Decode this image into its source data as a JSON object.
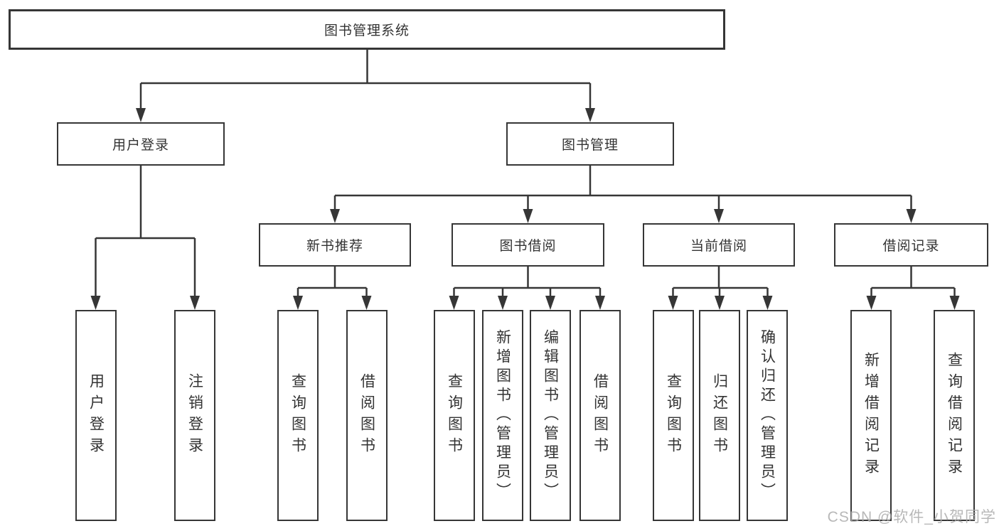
{
  "tree": {
    "root": {
      "label": "图书管理系统",
      "children": [
        {
          "label": "用户登录",
          "children": [
            {
              "label": "用户登录"
            },
            {
              "label": "注销登录"
            }
          ]
        },
        {
          "label": "图书管理",
          "children": [
            {
              "label": "新书推荐",
              "children": [
                {
                  "label": "查询图书"
                },
                {
                  "label": "借阅图书"
                }
              ]
            },
            {
              "label": "图书借阅",
              "children": [
                {
                  "label": "查询图书"
                },
                {
                  "label": "新增图书（管理员）"
                },
                {
                  "label": "编辑图书（管理员）"
                },
                {
                  "label": "借阅图书"
                }
              ]
            },
            {
              "label": "当前借阅",
              "children": [
                {
                  "label": "查询图书"
                },
                {
                  "label": "归还图书"
                },
                {
                  "label": "确认归还（管理员）"
                }
              ]
            },
            {
              "label": "借阅记录",
              "children": [
                {
                  "label": "新增借阅记录"
                },
                {
                  "label": "查询借阅记录"
                }
              ]
            }
          ]
        }
      ]
    }
  },
  "watermark": {
    "text": "CSDN @软件_小贺同学"
  },
  "colors": {
    "line": "#363636",
    "text": "#333333",
    "watermark": "#acacac",
    "background": "#ffffff"
  }
}
